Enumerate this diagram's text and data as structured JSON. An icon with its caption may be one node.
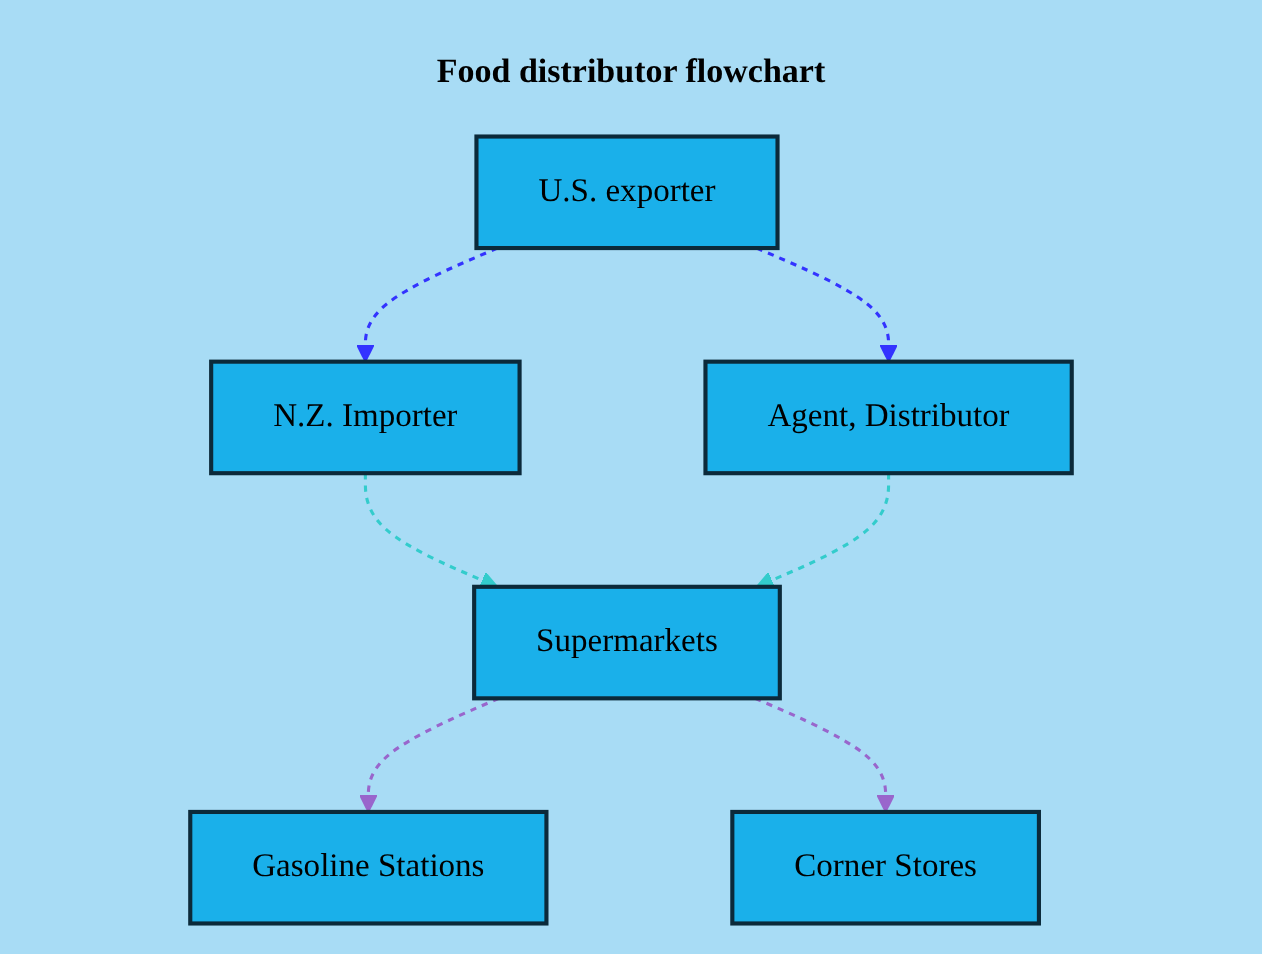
{
  "diagram": {
    "title": "Food distributor flowchart",
    "nodes": [
      {
        "text": [
          "U.S. exporter"
        ]
      },
      {
        "text": [
          "N.Z. Importer"
        ]
      },
      {
        "text": [
          "Agent, Distributor"
        ]
      },
      {
        "text": [
          "Supermarkets"
        ]
      },
      {
        "text": [
          "Gasoline Stations"
        ]
      },
      {
        "text": [
          "Corner Stores"
        ]
      }
    ],
    "edges": [
      {
        "from": 0,
        "to": 1,
        "arrow": "to",
        "style": "dashed",
        "color": "#3333ff"
      },
      {
        "from": 0,
        "to": 2,
        "arrow": "to",
        "style": "dashed",
        "color": "#3333ff"
      },
      {
        "from": 1,
        "to": 3,
        "arrow": "to",
        "style": "dashed",
        "color": "#33cccc"
      },
      {
        "from": 2,
        "to": 3,
        "arrow": "to",
        "style": "dashed",
        "color": "#33cccc"
      },
      {
        "from": 3,
        "to": 4,
        "arrow": "to",
        "style": "dashed",
        "color": "#9966cc"
      },
      {
        "from": 3,
        "to": 5,
        "arrow": "to",
        "style": "dashed",
        "color": "#9966cc"
      }
    ]
  }
}
